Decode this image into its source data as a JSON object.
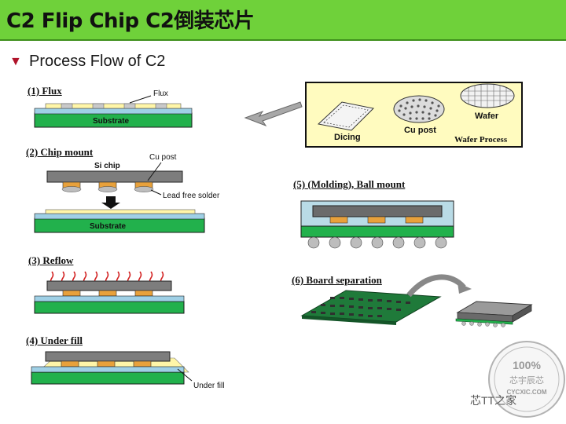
{
  "header": {
    "title": "C2 Flip Chip  C2倒装芯片"
  },
  "subtitle": "Process Flow of C2",
  "steps": {
    "flux": {
      "label": "(1) Flux",
      "flux_text": "Flux",
      "substrate_text": "Substrate"
    },
    "chip_mount": {
      "label": "(2) Chip mount",
      "si_chip": "Si chip",
      "cu_post": "Cu post",
      "solder": "Lead free solder",
      "substrate_text": "Substrate"
    },
    "reflow": {
      "label": "(3) Reflow"
    },
    "underfill": {
      "label": "(4) Under fill",
      "underfill_text": "Under fill"
    },
    "molding": {
      "label": "(5) (Molding),  Ball mount"
    },
    "separation": {
      "label": "(6) Board separation"
    }
  },
  "wafer_process": {
    "dicing": "Dicing",
    "cu_post": "Cu post",
    "wafer": "Wafer",
    "title": "Wafer Process"
  },
  "watermark": {
    "percent": "100%",
    "line1": "芯宇辰芯",
    "url": "CYCXIC.COM",
    "wechat": "芯TT之家"
  },
  "colors": {
    "header_green": "#6fd13a",
    "substrate_green": "#22b14c",
    "panel_yellow": "#fffbbf"
  }
}
